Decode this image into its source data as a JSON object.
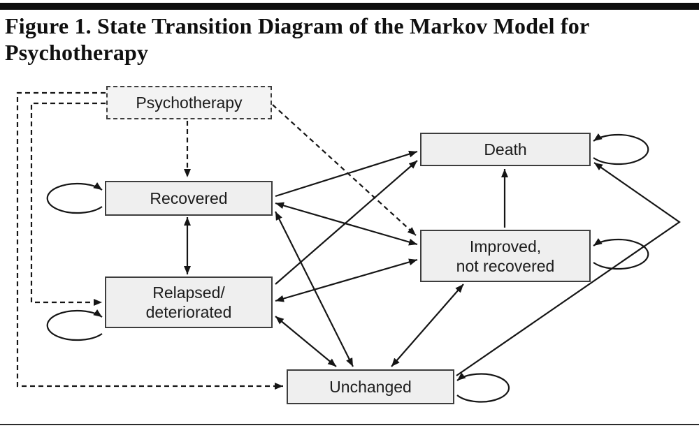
{
  "title": {
    "line1": "Figure 1. State Transition Diagram of the Markov Model for",
    "line2": "Psychotherapy"
  },
  "nodes": {
    "psychotherapy": {
      "label": "Psychotherapy"
    },
    "recovered": {
      "label": "Recovered"
    },
    "death": {
      "label": "Death"
    },
    "improved": {
      "line1": "Improved,",
      "line2": "not recovered"
    },
    "relapsed": {
      "line1": "Relapsed/",
      "line2": "deteriorated"
    },
    "unchanged": {
      "label": "Unchanged"
    }
  },
  "edges": [
    {
      "from": "Psychotherapy",
      "to": "Recovered",
      "style": "dashed",
      "bidirectional": false
    },
    {
      "from": "Psychotherapy",
      "to": "Improved, not recovered",
      "style": "dashed",
      "bidirectional": false
    },
    {
      "from": "Psychotherapy",
      "to": "Relapsed/deteriorated",
      "style": "dashed",
      "bidirectional": false
    },
    {
      "from": "Psychotherapy",
      "to": "Unchanged",
      "style": "dashed",
      "bidirectional": false
    },
    {
      "from": "Recovered",
      "to": "Relapsed/deteriorated",
      "style": "solid",
      "bidirectional": true
    },
    {
      "from": "Recovered",
      "to": "Death",
      "style": "solid",
      "bidirectional": false
    },
    {
      "from": "Recovered",
      "to": "Improved, not recovered",
      "style": "solid",
      "bidirectional": true
    },
    {
      "from": "Recovered",
      "to": "Unchanged",
      "style": "solid",
      "bidirectional": true
    },
    {
      "from": "Relapsed/deteriorated",
      "to": "Death",
      "style": "solid",
      "bidirectional": false
    },
    {
      "from": "Relapsed/deteriorated",
      "to": "Improved, not recovered",
      "style": "solid",
      "bidirectional": true
    },
    {
      "from": "Relapsed/deteriorated",
      "to": "Unchanged",
      "style": "solid",
      "bidirectional": true
    },
    {
      "from": "Unchanged",
      "to": "Improved, not recovered",
      "style": "solid",
      "bidirectional": true
    },
    {
      "from": "Improved, not recovered",
      "to": "Death",
      "style": "solid",
      "bidirectional": false
    },
    {
      "from": "Unchanged",
      "to": "Death",
      "style": "solid",
      "bidirectional": false
    }
  ],
  "self_loops": [
    "Recovered",
    "Relapsed/deteriorated",
    "Death",
    "Improved, not recovered",
    "Unchanged"
  ],
  "colors": {
    "box_fill": "#efefef",
    "box_border": "#3d3d3d",
    "line": "#151515",
    "title": "#101010",
    "background": "#ffffff"
  }
}
